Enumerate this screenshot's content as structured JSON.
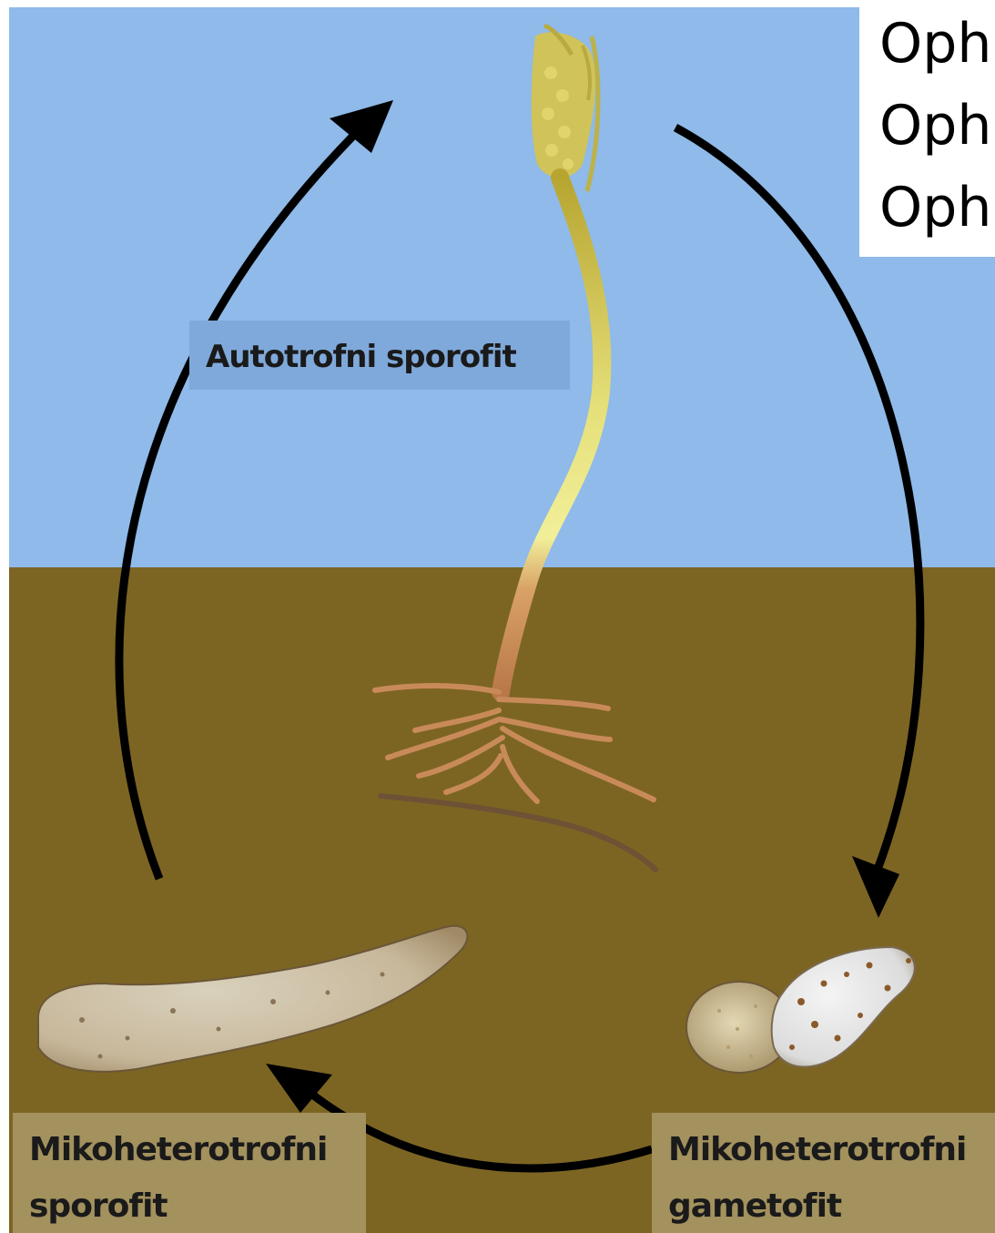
{
  "corner_labels": [
    "Oph",
    "Oph",
    "Oph"
  ],
  "stages": {
    "autotrophic": "Autotrofni sporofit",
    "myco_sporophyte": [
      "Mikoheterotrofni",
      "sporofit"
    ],
    "myco_gametophyte": [
      "Mikoheterotrofni",
      "gametofit"
    ]
  },
  "colors": {
    "sky": "#8fbae9",
    "soil": "#7c6523",
    "arrow": "#000000",
    "label_sky_bg": "#7fa9da",
    "label_soil_bg": "#a3915e"
  },
  "icons": [
    "plant-sporophyte-icon",
    "mycoheterotrophic-sporophyte-icon",
    "gametophyte-icon",
    "arrow-icon"
  ]
}
